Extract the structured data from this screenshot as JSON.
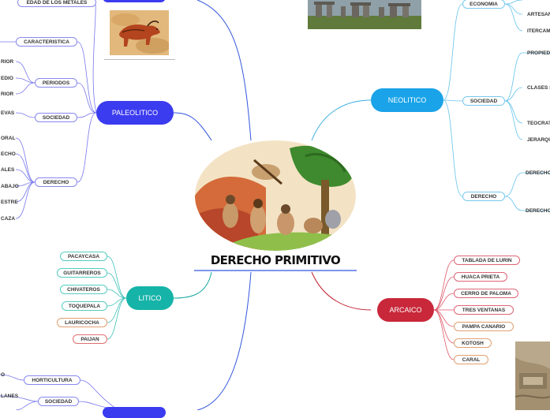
{
  "center": {
    "title": "DERECHO PRIMITIVO"
  },
  "colors": {
    "paleolitico": "#3b3bf0",
    "neolitico": "#1aa3e8",
    "litico": "#16b3a8",
    "arcaico": "#c8283a",
    "line_blue": "#3355dd",
    "line_sky": "#3aaee0",
    "line_teal": "#1aa8a0",
    "line_red": "#c02030"
  },
  "branches": {
    "paleolitico": {
      "label": "PALEOLITICO",
      "top_leaf": "EDAD DE LOS METALES",
      "children": [
        "CARACTERISTICA",
        "PERIODOS",
        "SOCIEDAD",
        "DERECHO"
      ],
      "periodos_sub": [
        "RIOR",
        "EDIO",
        "RIOR"
      ],
      "sociedad_sub": [
        "EVAS"
      ],
      "derecho_sub": [
        "ORAL",
        "ECHO",
        "ALES",
        "ABAJO",
        "ESTRE",
        "CAZA"
      ]
    },
    "neolitico": {
      "label": "NEOLITICO",
      "children": [
        "ECONOMIA",
        "SOCIEDAD",
        "DERECHO"
      ],
      "economia_sub": [
        "ARTESAN",
        "ITERCAM"
      ],
      "sociedad_sub": [
        "PROPIED",
        "CLASES S",
        "TEOCRAT",
        "JERARQU"
      ],
      "derecho_sub": [
        "DERECHO",
        "DERECHO"
      ]
    },
    "litico": {
      "label": "LITICO",
      "children": [
        "PACAYCASA",
        "GUITARREROS",
        "CHIVATEROS",
        "TOQUEPALA",
        "LAURICOCHA",
        "PAIJAN"
      ]
    },
    "arcaico": {
      "label": "ARCAICO",
      "children": [
        "TABLADA DE LURIN",
        "HUACA PRIETA",
        "CERRO DE PALOMA",
        "TRES VENTANAS",
        "PAMPA CANARIO",
        "KOTOSH",
        "CARAL"
      ]
    },
    "bottom": {
      "children": [
        "HORTICULTURA",
        "SOCIEDAD"
      ],
      "sub": [
        "O",
        "LANES"
      ]
    }
  }
}
